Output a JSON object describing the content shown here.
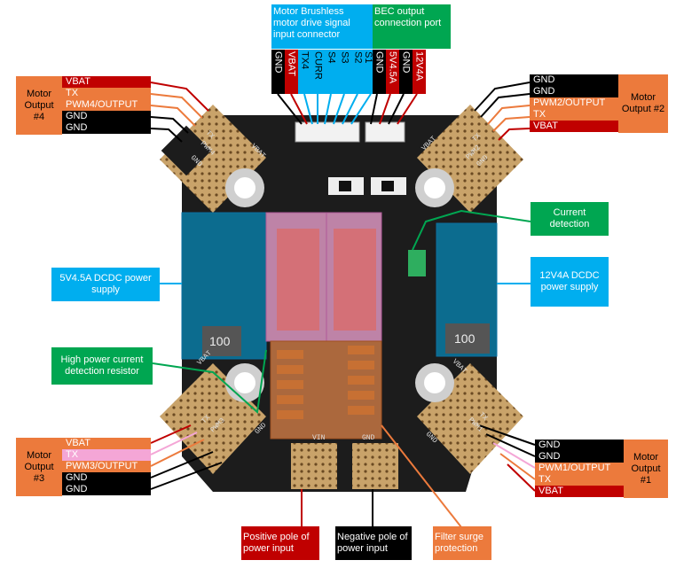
{
  "colors": {
    "orange": "#ec7a3c",
    "black": "#000000",
    "red": "#c00000",
    "blue": "#00aeef",
    "green": "#00a651",
    "pink": "#f4a6d6",
    "board": "#1a1a1a",
    "gold": "#c9a36a"
  },
  "top": {
    "brushless_label": "Motor Brushless motor drive signal input connector",
    "bec_label": "BEC output connection port",
    "pins": [
      "GND",
      "VBAT",
      "TX4",
      "CURR",
      "S4",
      "S3",
      "S2",
      "S1",
      "GND",
      "5V4.5A",
      "GND",
      "12V4A"
    ]
  },
  "motor4": {
    "title": "Motor Output #4",
    "rows": [
      "VBAT",
      "TX",
      "PWM4/OUTPUT",
      "GND",
      "GND"
    ]
  },
  "motor2": {
    "title": "Motor Output #2",
    "rows": [
      "GND",
      "GND",
      "PWM2/OUTPUT",
      "TX",
      "VBAT"
    ]
  },
  "motor3": {
    "title": "Motor Output #3",
    "rows": [
      "VBAT",
      "TX",
      "PWM3/OUTPUT",
      "GND",
      "GND"
    ]
  },
  "motor1": {
    "title": "Motor Output #1",
    "rows": [
      "GND",
      "GND",
      "PWM1/OUTPUT",
      "TX",
      "VBAT"
    ]
  },
  "callouts": {
    "current_detection": "Current detection",
    "dcdc_5v": "5V4.5A DCDC power supply",
    "dcdc_12v": "12V4A DCDC power supply",
    "high_power": "High power current detection resistor",
    "positive": "Positive pole of power input",
    "negative": "Negative pole of power input",
    "filter": "Filter surge protection"
  },
  "silk": {
    "vbat_tl": "VBAT",
    "tx_tl": "TX",
    "pwm4": "PWM4",
    "gnd_tl": "GND",
    "vbat_tr": "VBAT",
    "tx_tr": "TX",
    "pwm2": "PWM2",
    "gnd_tr": "GND",
    "vbat_bl": "VBAT",
    "tx_bl": "TX",
    "pwm3": "PWM3",
    "gnd_bl": "GND",
    "vbat_br": "VBAT",
    "tx_br": "TX",
    "pwm1": "PWM1",
    "gnd_br": "GND",
    "vin": "VIN",
    "gnd_bottom": "GND",
    "ind_l": "100",
    "ind_r": "100"
  }
}
